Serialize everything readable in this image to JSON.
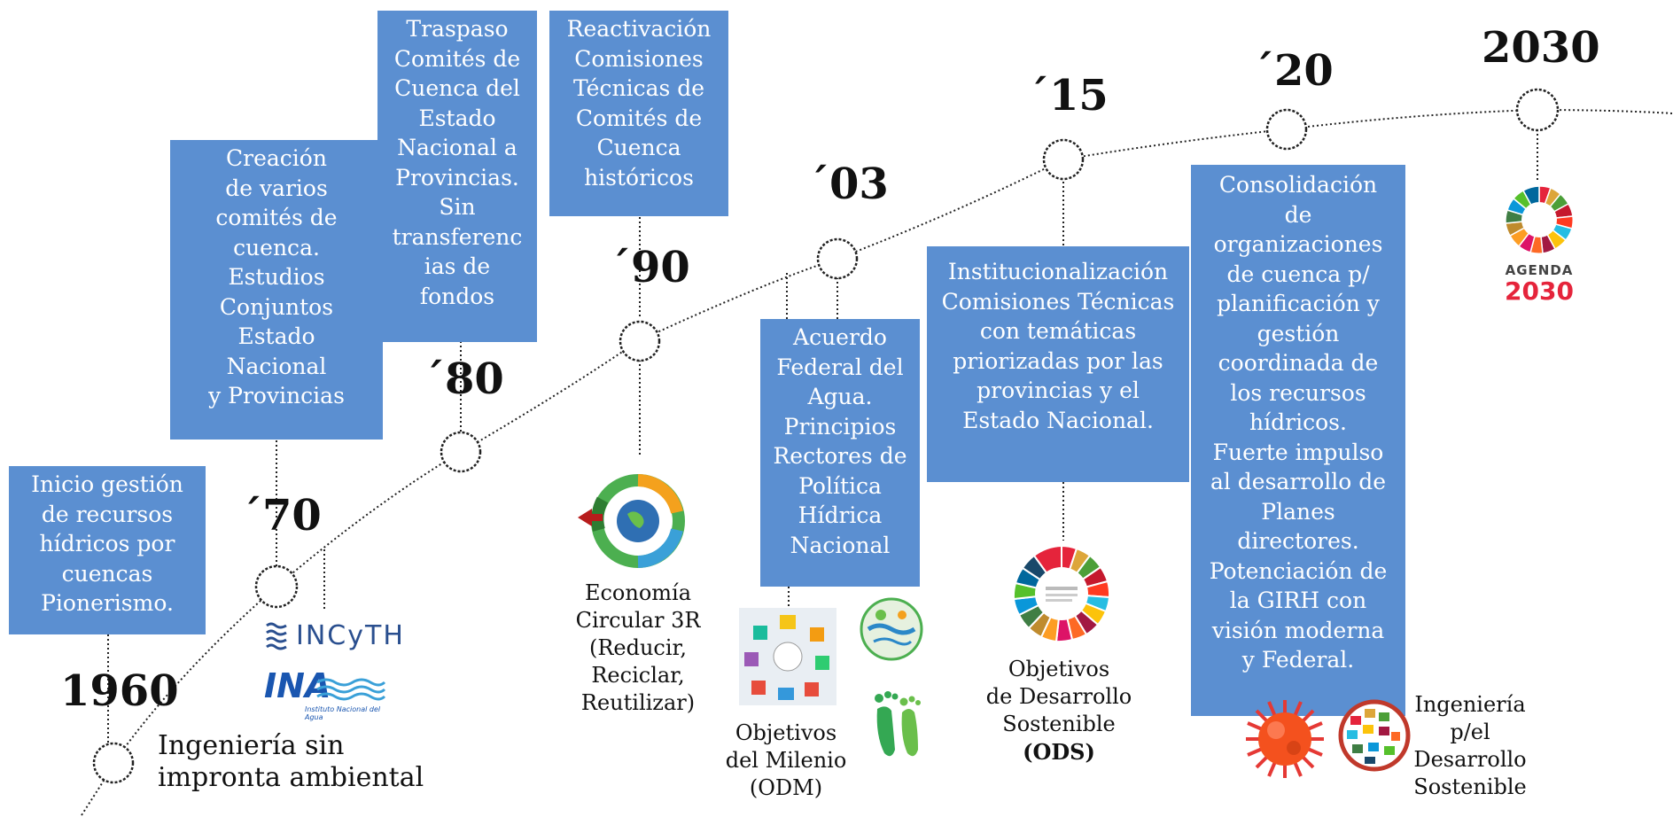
{
  "milestones": {
    "y1960": {
      "year": "1960",
      "box": [
        "Inicio gestión",
        "de recursos",
        "hídricos por",
        "cuencas",
        "Pionerismo."
      ],
      "caption": [
        "Ingeniería sin",
        "impronta ambiental"
      ]
    },
    "y70": {
      "year": "´70",
      "box": [
        "Creación",
        "de varios",
        "comités de",
        "cuenca.",
        "Estudios",
        "Conjuntos",
        "Estado",
        "Nacional",
        "y Provincias"
      ]
    },
    "y80": {
      "year": "´80",
      "box": [
        "Traspaso",
        "Comités de",
        "Cuenca del",
        "Estado",
        "Nacional a",
        "Provincias.",
        "Sin",
        "transferenc",
        "ias de",
        "fondos"
      ]
    },
    "y90": {
      "year": "´90",
      "box": [
        "Reactivación",
        "Comisiones",
        "Técnicas de",
        "Comités de",
        "Cuenca",
        "históricos"
      ],
      "caption": [
        "Economía",
        "Circular 3R",
        "(Reducir,",
        "Reciclar,",
        "Reutilizar)"
      ]
    },
    "y03": {
      "year": "´03",
      "box": [
        "Acuerdo",
        "Federal del",
        "Agua.",
        "Principios",
        "Rectores de",
        "Política",
        "Hídrica",
        "Nacional"
      ],
      "caption": [
        "Objetivos",
        "del Milenio",
        "(ODM)"
      ]
    },
    "y15": {
      "year": "´15",
      "box": [
        "Institucionalización",
        "Comisiones Técnicas",
        "con temáticas",
        "priorizadas por las",
        "provincias y el",
        "Estado Nacional."
      ],
      "caption": [
        "Objetivos",
        "de Desarrollo",
        "Sostenible",
        "(ODS)"
      ]
    },
    "y20": {
      "year": "´20",
      "box": [
        "Consolidación",
        "de",
        "organizaciones",
        "de cuenca p/",
        "planificación y",
        "gestión",
        "coordinada de",
        "los recursos",
        "hídricos.",
        "Fuerte impulso",
        "al desarrollo de",
        "Planes",
        "directores.",
        "Potenciación de",
        "la GIRH con",
        "visión moderna",
        "y Federal."
      ],
      "caption": [
        "Ingeniería",
        "p/el",
        "Desarrollo",
        "Sostenible"
      ]
    },
    "y2030": {
      "year": "2030",
      "logo_top": "AGENDA",
      "logo_bottom": "2030"
    }
  },
  "logos": {
    "incyth": "INCyTH",
    "ina": "INA",
    "ina_sub": "Instituto Nacional del Agua"
  },
  "colors": {
    "box": "#5b8fd1",
    "agenda_red": "#e5243b"
  }
}
